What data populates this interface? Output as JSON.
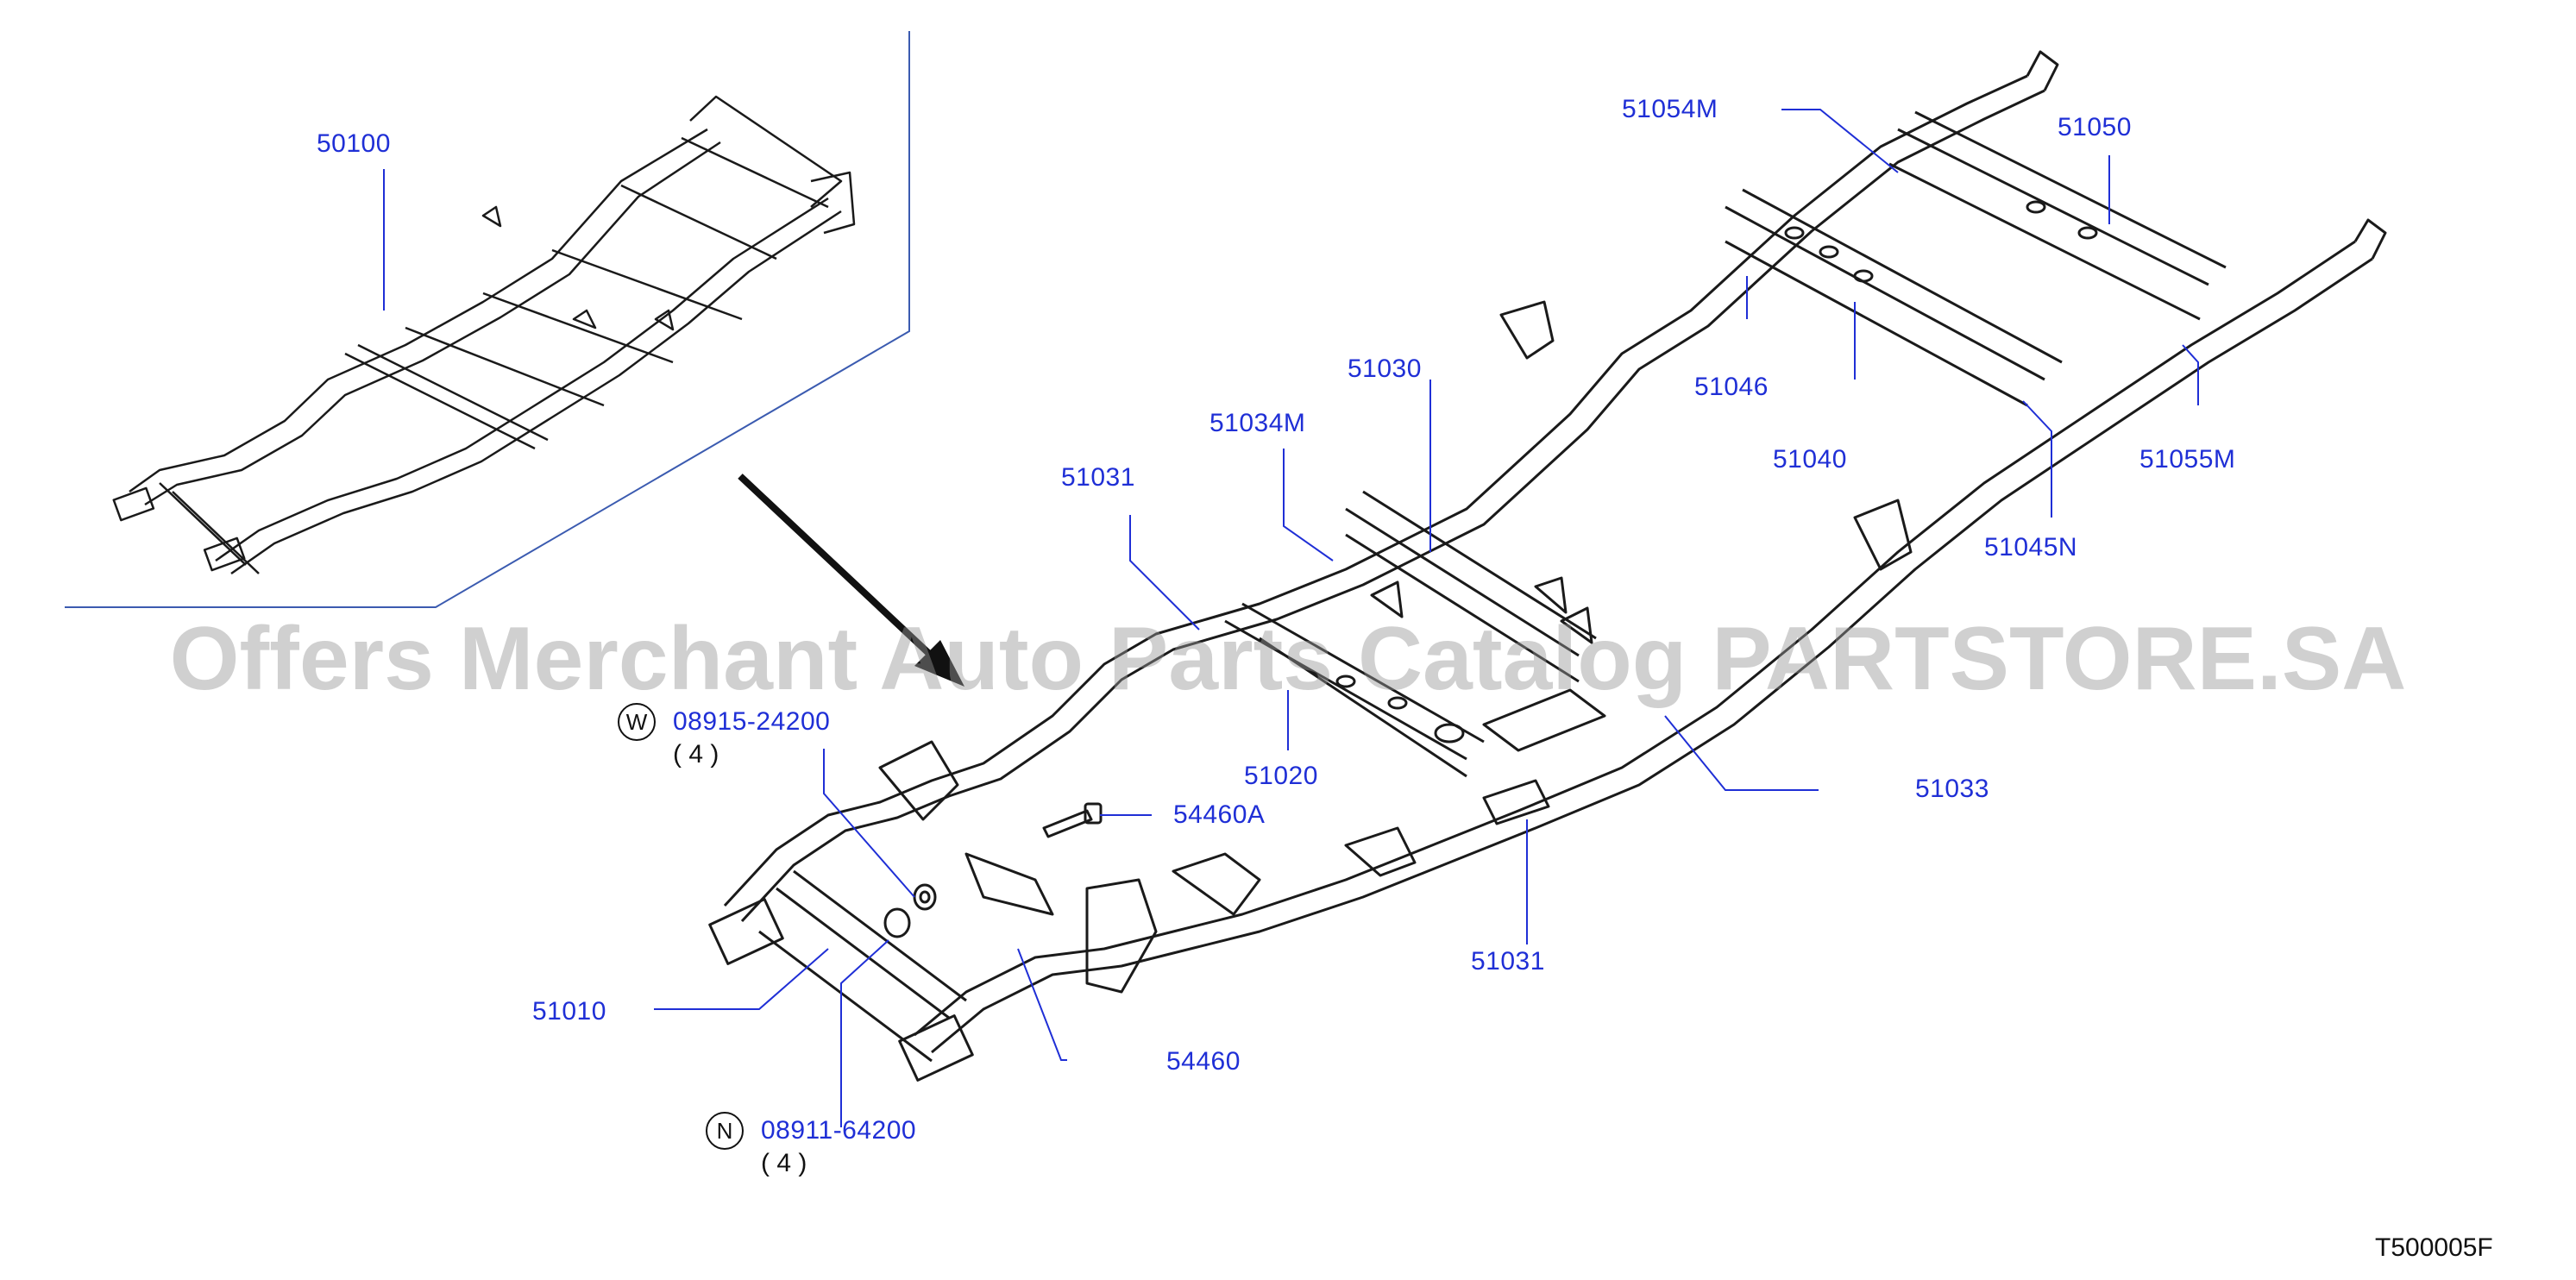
{
  "inset_part": "50100",
  "callouts": {
    "p51054M": "51054M",
    "p51050": "51050",
    "p51030": "51030",
    "p51046": "51046",
    "p51034M": "51034M",
    "p51040": "51040",
    "p51055M": "51055M",
    "p51031_top": "51031",
    "p51045N": "51045N",
    "p51020": "51020",
    "p51033": "51033",
    "p54460A": "54460A",
    "p51031_bottom": "51031",
    "p51010": "51010",
    "p54460": "54460"
  },
  "fasteners": {
    "w": {
      "symbol": "W",
      "part": "08915-24200",
      "qty": "( 4 )"
    },
    "n": {
      "symbol": "N",
      "part": "08911-64200",
      "qty": "( 4 )"
    }
  },
  "diagram_code": "T500005F",
  "watermark": "Offers Merchant Auto Parts Catalog PARTSTORE.SA",
  "colors": {
    "callout": "#1f2fd6",
    "drawing": "#1a1a1a",
    "leader": "#1f2fd6",
    "watermark": "#969696"
  }
}
